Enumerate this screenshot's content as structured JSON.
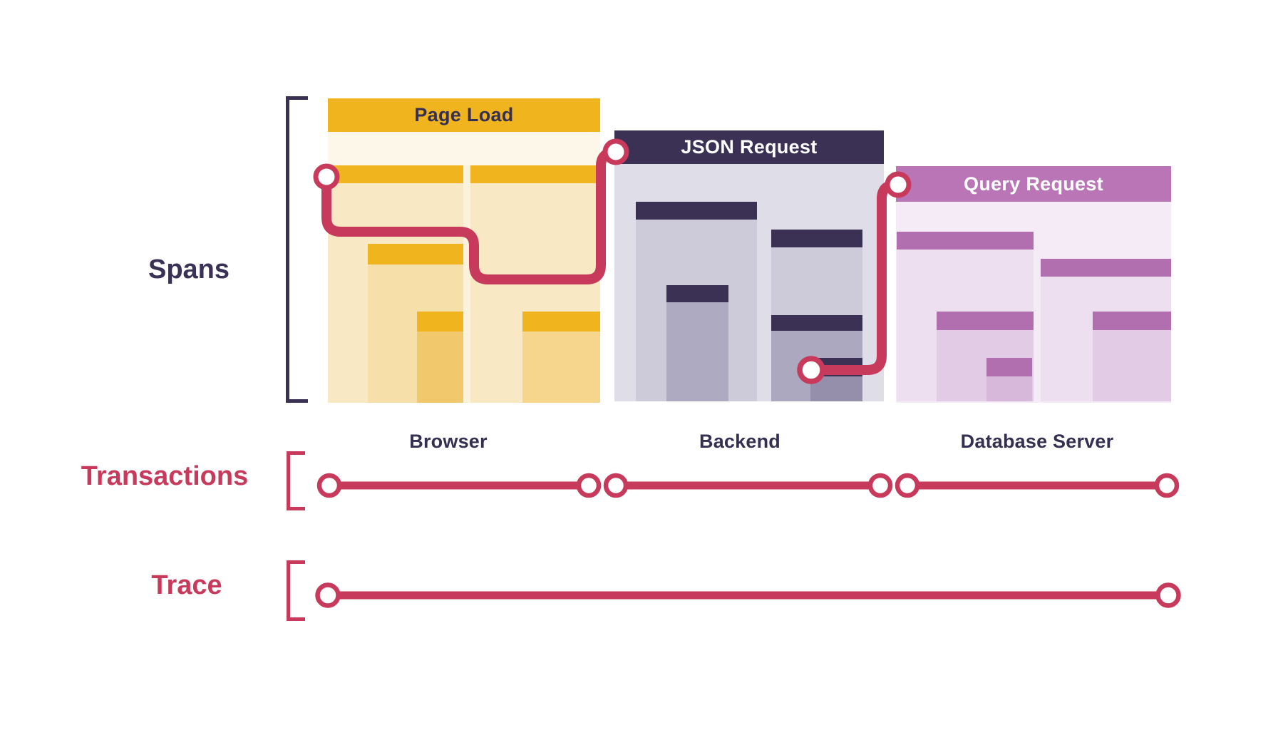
{
  "labels": {
    "spans": "Spans",
    "transactions": "Transactions",
    "trace": "Trace"
  },
  "panels": {
    "pageload": {
      "title": "Page Load",
      "source": "Browser"
    },
    "json": {
      "title": "JSON Request",
      "source": "Backend"
    },
    "query": {
      "title": "Query Request",
      "source": "Database Server"
    }
  },
  "colors": {
    "red": "#C83A5B",
    "navy": "#3A3155",
    "navy-text": "#352F52",
    "gold": "#F0B41F",
    "purple": "#B975B6",
    "purple-header": "#B26FAF"
  }
}
